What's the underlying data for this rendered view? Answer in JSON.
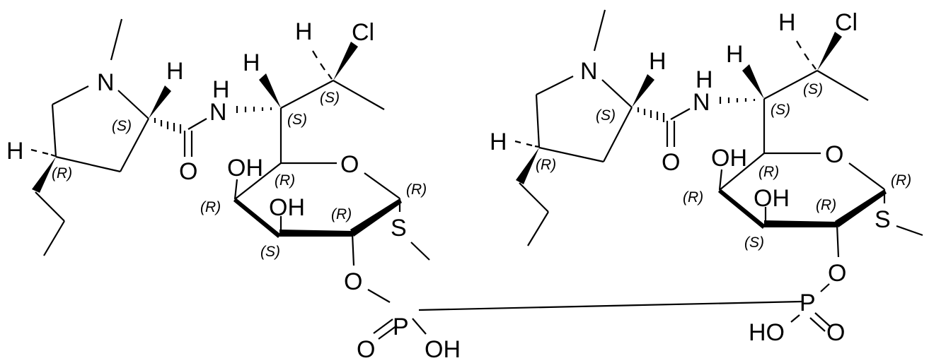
{
  "figure": {
    "type": "chemical-structure",
    "description": "Dimeric clindamycin phosphate: two clindamycin units joined through a P–P linked phosphate bridge"
  },
  "left_unit": {
    "atoms": {
      "n_ring": "N",
      "h_c2": "H",
      "nh_h": "H",
      "nh_n": "N",
      "carbonyl_o": "O",
      "h_c4": "H",
      "h_c7": "H",
      "h_c8": "H",
      "cl": "Cl",
      "oh_c4s": "OH",
      "oh_c3s": "OH",
      "ring_o": "O",
      "s": "S",
      "ester_o": "O",
      "p": "P",
      "p_double_o": "O",
      "p_oh": "OH"
    },
    "stereo": {
      "c2_pyrrolidine": "(S)",
      "c4_pyrrolidine": "(R)",
      "c7": "(S)",
      "c8": "(S)",
      "c5_sugar": "(R)",
      "c4_sugar": "(R)",
      "c3_sugar": "(S)",
      "c2_sugar": "(R)",
      "c1_sugar": "(R)"
    }
  },
  "right_unit": {
    "atoms": {
      "n_ring": "N",
      "h_c2": "H",
      "nh_h": "H",
      "nh_n": "N",
      "carbonyl_o": "O",
      "h_c4": "H",
      "h_c7": "H",
      "h_c8": "H",
      "cl": "Cl",
      "oh_c4s": "OH",
      "oh_c3s": "OH",
      "ring_o": "O",
      "s": "S",
      "ester_o": "O",
      "p": "P",
      "p_double_o": "O",
      "p_oh": "HO"
    },
    "stereo": {
      "c2_pyrrolidine": "(S)",
      "c4_pyrrolidine": "(R)",
      "c7": "(S)",
      "c8": "(S)",
      "c5_sugar": "(R)",
      "c4_sugar": "(R)",
      "c3_sugar": "(S)",
      "c2_sugar": "(R)",
      "c1_sugar": "(R)"
    }
  },
  "linker": {
    "description": "single bond P–P between the two phosphate groups"
  }
}
